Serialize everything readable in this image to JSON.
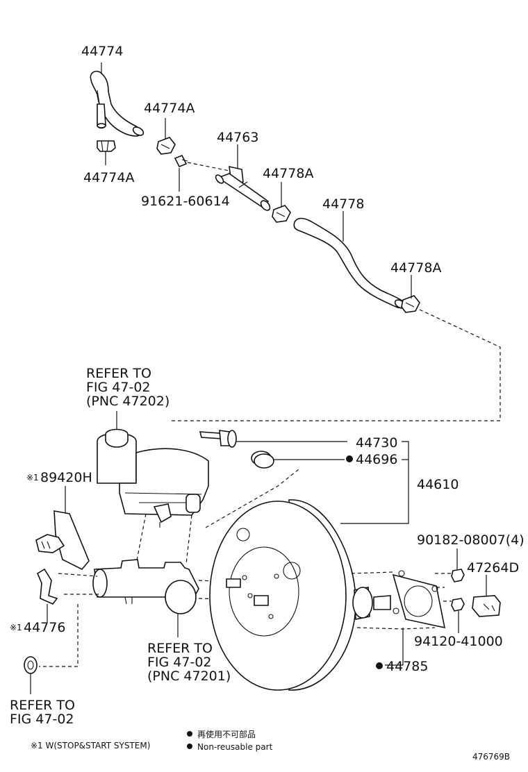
{
  "parts": {
    "hose_upper": "44774",
    "clip_upper_right": "44774A",
    "clip_upper_left": "44774A",
    "check_valve": "44763",
    "bolt": "91621-60614",
    "clip_mid": "44778A",
    "hose_mid": "44778",
    "clip_lower": "44778A",
    "union": "44730",
    "grommet": "44696",
    "booster_assy": "44610",
    "sensor": "89420H",
    "sensor_prefix": "※1",
    "bracket": "44776",
    "bracket_prefix": "※1",
    "nut_4": "90182-08007(4)",
    "bracket_right": "47264D",
    "nut_right": "94120-41000",
    "gasket": "44785"
  },
  "references": {
    "reservoir": [
      "REFER TO",
      "FIG 47-02",
      "(PNC 47202)"
    ],
    "master_cylinder": [
      "REFER TO",
      "FIG 47-02",
      "(PNC 47201)"
    ],
    "bottom_left": [
      "REFER TO",
      "FIG 47-02"
    ]
  },
  "legend": {
    "note": "※1 W(STOP&START SYSTEM)",
    "nonreusable_jp": "再使用不可部品",
    "nonreusable_en": "Non-reusable part"
  },
  "figure_id": "476769B"
}
